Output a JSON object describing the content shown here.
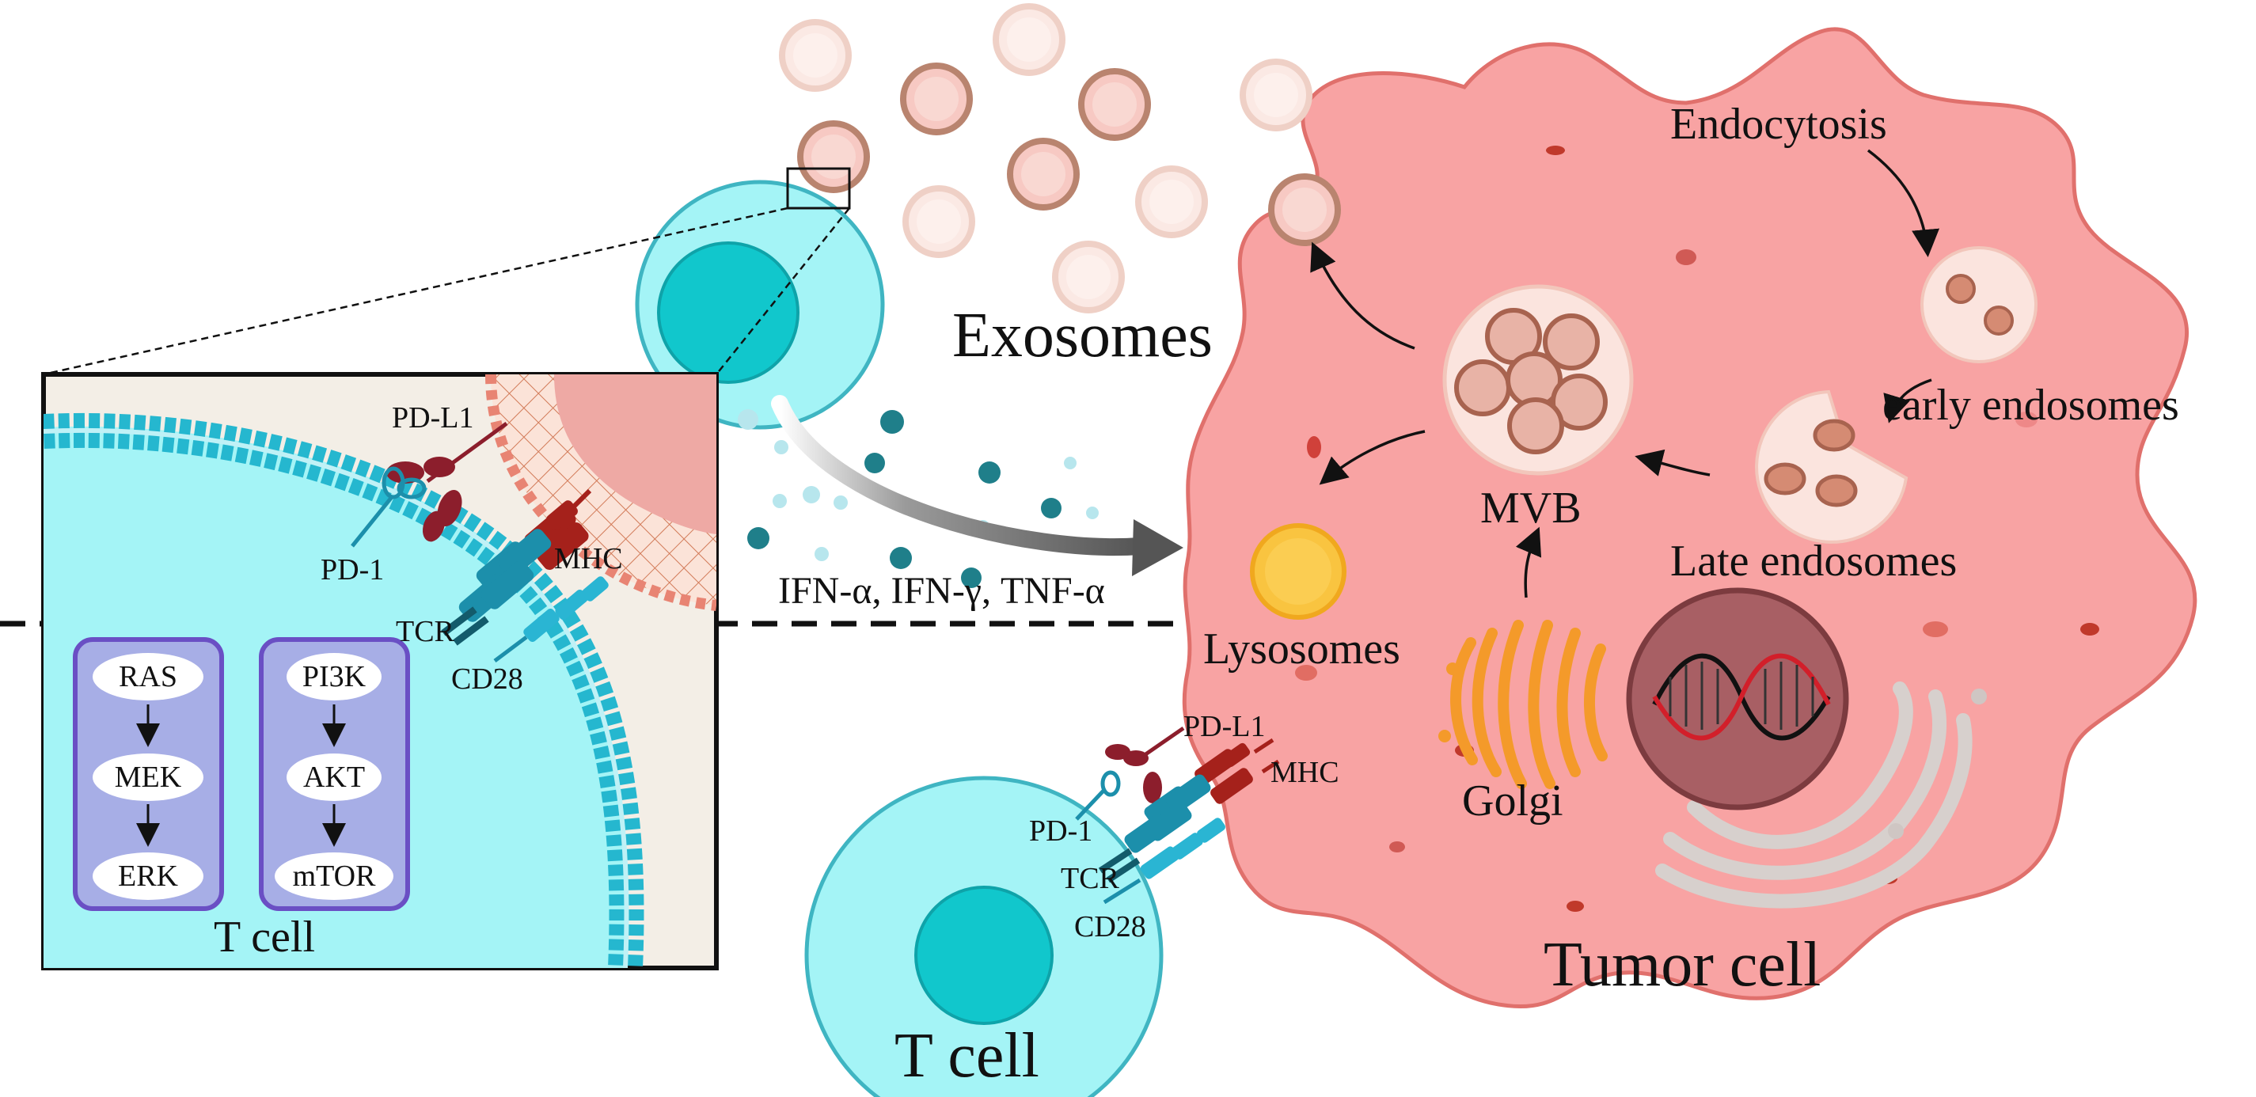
{
  "labels": {
    "exosomes": "Exosomes",
    "endocytosis": "Endocytosis",
    "early_endosomes": "early endosomes",
    "late_endosomes": "Late endosomes",
    "mvb": "MVB",
    "lysosomes": "Lysosomes",
    "golgi": "Golgi",
    "tumor_cell": "Tumor cell",
    "t_cell_bottom": "T cell",
    "cytokines": "IFN-α, IFN-γ, TNF-α"
  },
  "synapse_labels": {
    "pd_l1": "PD-L1",
    "mhc": "MHC",
    "pd_1": "PD-1",
    "tcr": "TCR",
    "cd28": "CD28"
  },
  "inset": {
    "pd_l1": "PD-L1",
    "mhc": "MHC",
    "pd_1": "PD-1",
    "tcr": "TCR",
    "cd28": "CD28",
    "t_cell": "T cell",
    "pathway_left": [
      "RAS",
      "MEK",
      "ERK"
    ],
    "pathway_right": [
      "PI3K",
      "AKT",
      "mTOR"
    ]
  },
  "colors": {
    "tumor_fill": "#f8a3a3",
    "tumor_stroke": "#e0706c",
    "tcell_fill": "#a4f4f6",
    "tcell_stroke": "#3fb5c2",
    "nucleus": "#11c7cc",
    "pathway_box": "#a7aee6",
    "pathway_border": "#6a4fc4",
    "pd_l1": "#8c1e2c",
    "mhc": "#a5211b",
    "tcr": "#1c8fab",
    "membrane": "#25b7cf"
  }
}
